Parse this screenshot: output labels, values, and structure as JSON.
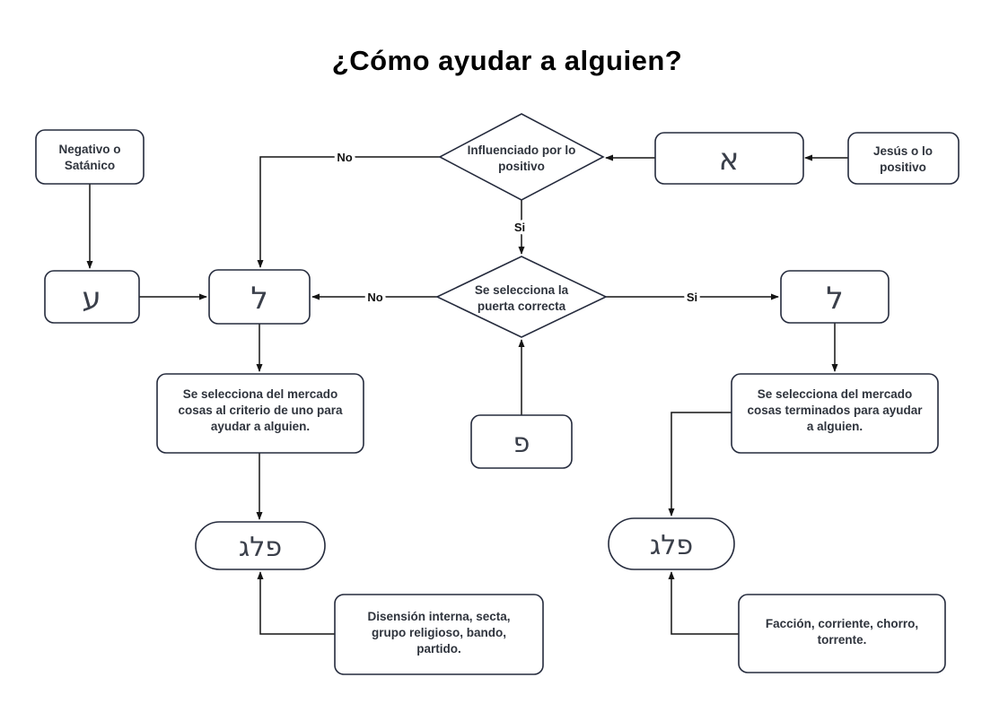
{
  "title": "¿Cómo ayudar a alguien?",
  "colors": {
    "bg": "#ffffff",
    "border": "#252b3d",
    "line": "#141414",
    "text": "#2f343d",
    "hebrew": "#3a3f4a",
    "title": "#000000"
  },
  "nodes": {
    "negativo": {
      "lines": [
        "Negativo o",
        "Satánico"
      ]
    },
    "jesus": {
      "lines": [
        "Jesús o lo",
        "positivo"
      ]
    },
    "aleph": {
      "label": "א"
    },
    "diamond_influenciado": {
      "lines": [
        "Influenciado por lo",
        "positivo"
      ]
    },
    "ayin": {
      "label": "ע"
    },
    "lamed_left": {
      "label": "ל"
    },
    "diamond_puerta": {
      "lines": [
        "Se selecciona la",
        "puerta correcta"
      ]
    },
    "lamed_right": {
      "label": "ל"
    },
    "pe": {
      "label": "פ"
    },
    "mercado_left": {
      "lines": [
        "Se selecciona del mercado",
        "cosas al criterio de uno para",
        "ayudar a alguien."
      ]
    },
    "mercado_right": {
      "lines": [
        "Se selecciona del mercado",
        "cosas terminados para ayudar",
        "a alguien."
      ]
    },
    "peleg_left": {
      "label": "פלג"
    },
    "peleg_right": {
      "label": "פלג"
    },
    "disension": {
      "lines": [
        "Disensión interna, secta,",
        "grupo religioso, bando,",
        "partido."
      ]
    },
    "faccion": {
      "lines": [
        "Facción, corriente, chorro,",
        "torrente."
      ]
    }
  },
  "edge_labels": {
    "influenciado_no": "No",
    "influenciado_si": "Si",
    "puerta_no": "No",
    "puerta_si": "Si"
  }
}
